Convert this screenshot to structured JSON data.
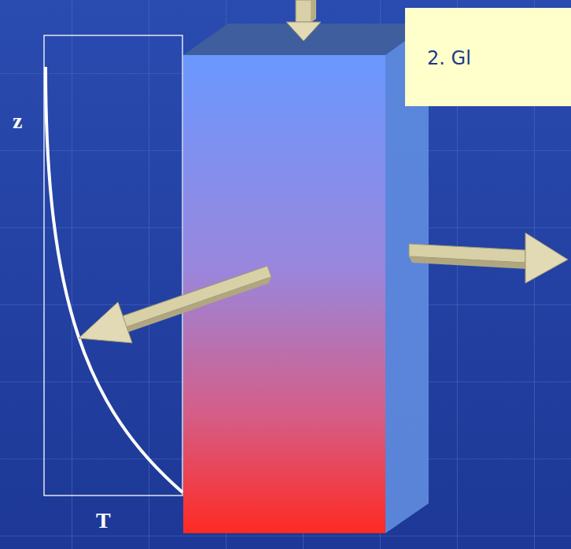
{
  "diagram": {
    "nodes": [
      {
        "text": [
          "2. Gl"
        ]
      }
    ],
    "labels": [
      "z",
      "T"
    ]
  }
}
